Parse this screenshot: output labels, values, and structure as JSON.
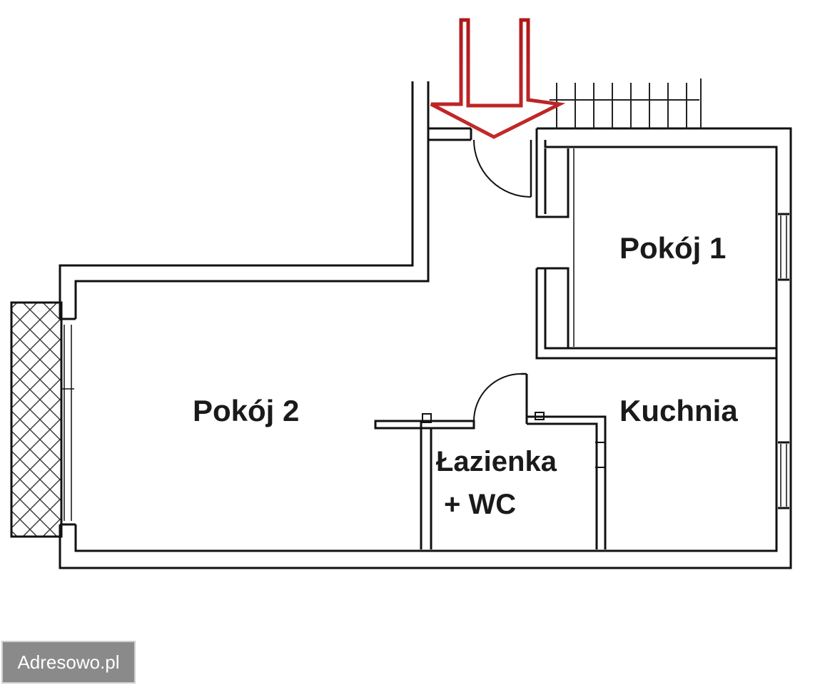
{
  "rooms": {
    "room1": "Pokój 1",
    "room2": "Pokój 2",
    "kitchen": "Kuchnia",
    "bathroom_line1": "Łazienka",
    "bathroom_line2": "+ WC"
  },
  "watermark": "Adresowo.pl",
  "colors": {
    "walls": "#111111",
    "entrance_arrow": "#b01818",
    "balcony_hatch": "#333333",
    "watermark_bg": "#8a8a8a"
  },
  "icons": [
    "entrance-arrow-icon",
    "door-swing-icon",
    "balcony-hatch-pattern"
  ]
}
